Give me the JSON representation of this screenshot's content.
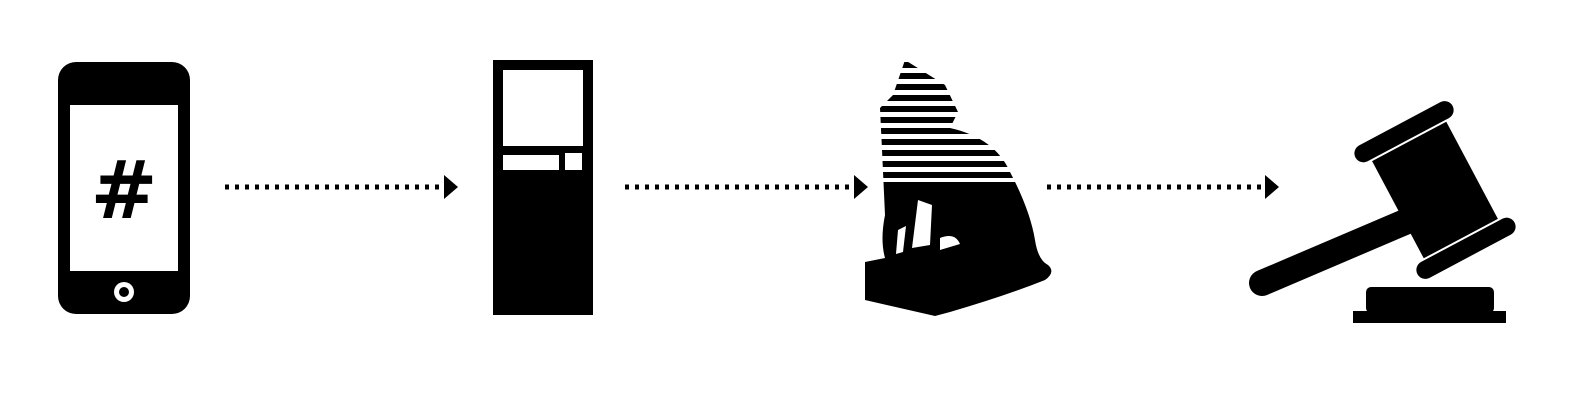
{
  "diagram": {
    "steps": [
      {
        "icon": "smartphone-icon",
        "screen_symbol": "#"
      },
      {
        "icon": "atm-kiosk-icon"
      },
      {
        "icon": "cat-silhouette-icon"
      },
      {
        "icon": "gavel-icon"
      }
    ],
    "connectors": [
      {
        "style": "dotted-arrow"
      },
      {
        "style": "dotted-arrow"
      },
      {
        "style": "dotted-arrow"
      }
    ],
    "colors": {
      "foreground": "#000000",
      "background": "#ffffff"
    }
  }
}
